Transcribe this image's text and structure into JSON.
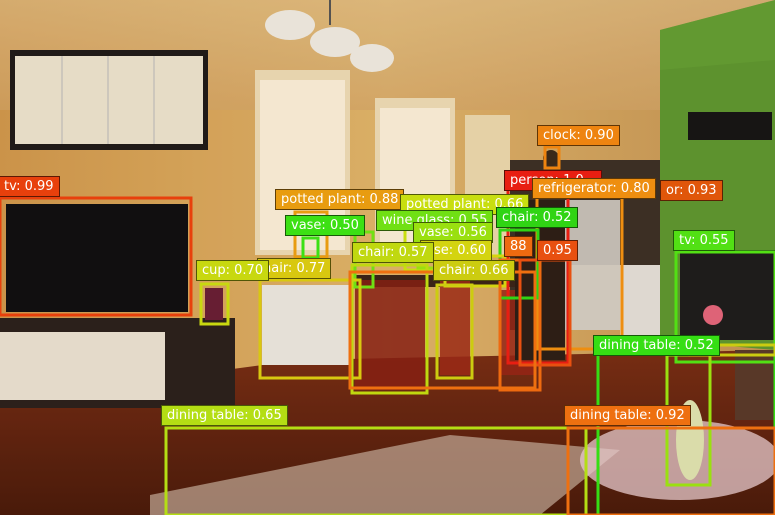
{
  "detections": [
    {
      "label": "tv: 0.99",
      "color": "#e8400c"
    },
    {
      "label": "clock: 0.90",
      "color": "#ee8410"
    },
    {
      "label": "refrigerator: 0.80",
      "color": "#ee8e10"
    },
    {
      "label": "or: 0.93",
      "color": "#e0560a"
    },
    {
      "label": "person: 1.0",
      "color": "#e81e12"
    },
    {
      "label": "potted plant: 0.88",
      "color": "#e89c10"
    },
    {
      "label": "potted plant: 0.66",
      "color": "#c8de10"
    },
    {
      "label": "vase: 0.50",
      "color": "#3ce014"
    },
    {
      "label": "wine glass: 0.55",
      "color": "#70e014"
    },
    {
      "label": "chair: 0.52",
      "color": "#30d414"
    },
    {
      "label": "vase: 0.56",
      "color": "#9ae010"
    },
    {
      "label": "ase: 0.60",
      "color": "#d4d410"
    },
    {
      "label": "88",
      "color": "#ee6a10"
    },
    {
      "label": "0.95",
      "color": "#e85010"
    },
    {
      "label": "cup: 0.70",
      "color": "#c8d810"
    },
    {
      "label": "hair: 0.77",
      "color": "#d8c810"
    },
    {
      "label": "chair: 0.57",
      "color": "#c0d810"
    },
    {
      "label": "chair: 0.66",
      "color": "#cccc10"
    },
    {
      "label": "tv: 0.55",
      "color": "#52e014"
    },
    {
      "label": "dining table: 0.52",
      "color": "#36de14"
    },
    {
      "label": "dining table: 0.65",
      "color": "#b4de14"
    },
    {
      "label": "dining table: 0.92",
      "color": "#ee7010"
    }
  ]
}
